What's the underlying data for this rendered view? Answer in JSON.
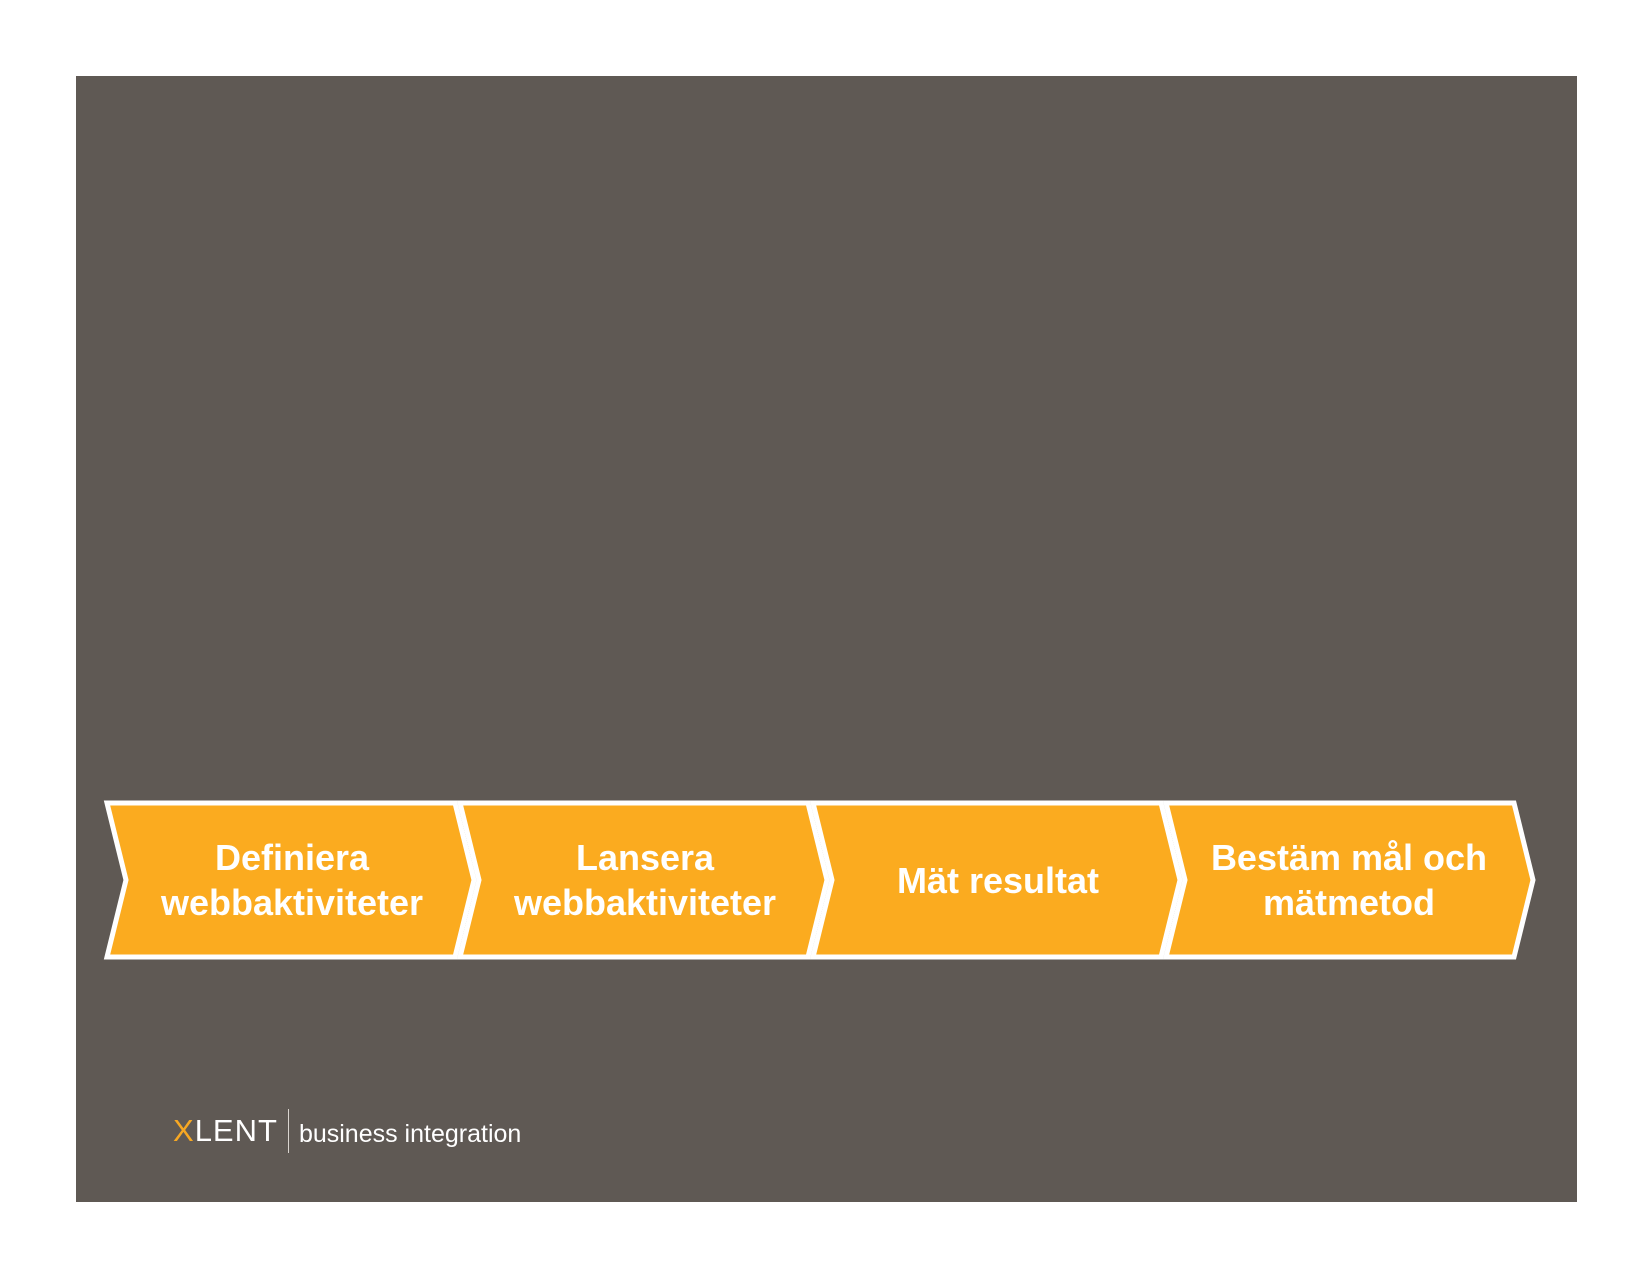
{
  "colors": {
    "page_background": "#ffffff",
    "slide_background": "#5f5954",
    "chevron_fill": "#fbab1f",
    "chevron_border": "#ffffff",
    "text": "#ffffff",
    "logo_accent": "#f7a823"
  },
  "process_steps": [
    {
      "line1": "Definiera",
      "line2": "webbaktiviteter"
    },
    {
      "line1": "Lansera",
      "line2": "webbaktiviteter"
    },
    {
      "line1": "Mät resultat",
      "line2": ""
    },
    {
      "line1": "Bestäm mål och",
      "line2": "mätmetod"
    }
  ],
  "logo": {
    "brand_x": "X",
    "brand_rest": "LENT",
    "tagline": "business integration"
  }
}
